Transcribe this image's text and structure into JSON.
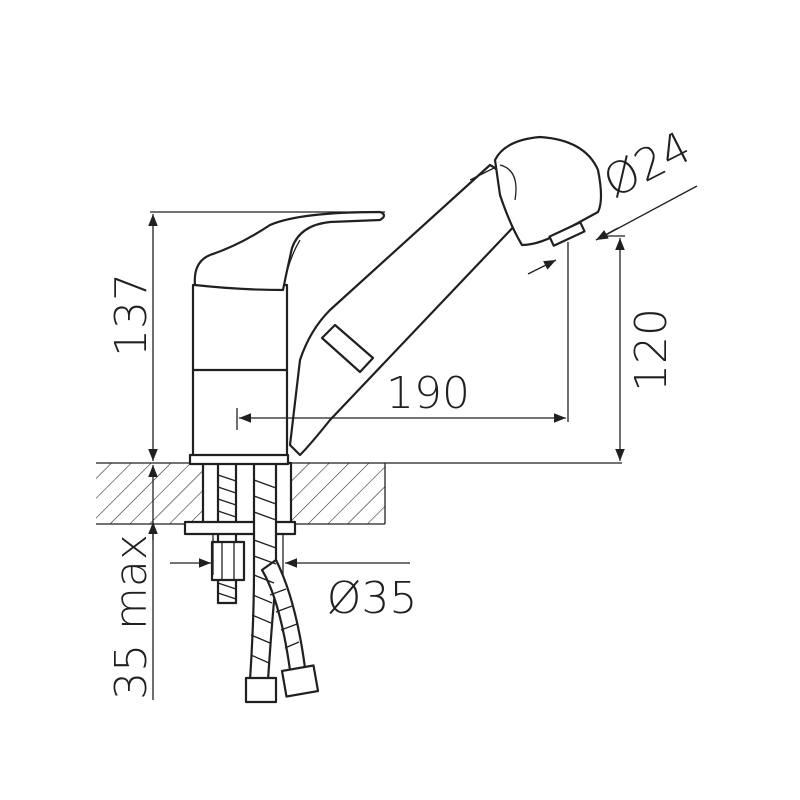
{
  "dimensions": {
    "height_total": "137",
    "spout_height": "120",
    "spout_reach": "190",
    "head_diameter": "Ø24",
    "hole_diameter": "Ø35",
    "counter_thickness": "35 max"
  },
  "colors": {
    "line": "#231f20",
    "background": "#ffffff"
  }
}
